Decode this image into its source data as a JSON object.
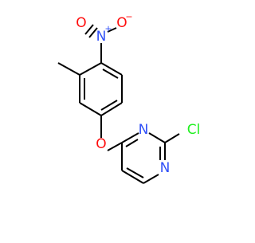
{
  "molecule": {
    "atoms": {
      "oxygen_nitro_top": "O",
      "nitrogen_nitro": "N",
      "nitro_plus": "+",
      "oxygen_nitro_right": "O",
      "nitro_minus": "−",
      "ether_oxygen": "O",
      "pyrimidine_n1": "N",
      "pyrimidine_n3": "N",
      "chlorine": "Cl"
    },
    "colors": {
      "bond": "#000000",
      "oxygen": "#ff0d0d",
      "nitrogen": "#3050f8",
      "chlorine": "#1ff01f"
    }
  }
}
